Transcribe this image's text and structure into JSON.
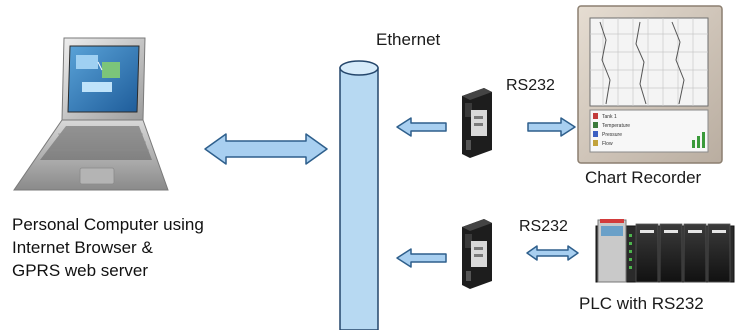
{
  "labels": {
    "ethernet": "Ethernet",
    "rs232_top": "RS232",
    "rs232_bottom": "RS232",
    "chart_recorder": "Chart Recorder",
    "plc": "PLC with RS232",
    "pc_caption": [
      "Personal Computer using",
      "Internet Browser &",
      "GPRS web server"
    ]
  },
  "recorder_legend": [
    "Tank 1",
    "Temperature",
    "Pressure",
    "Flow"
  ],
  "colors": {
    "arrow_fill": "#a8cff0",
    "arrow_stroke": "#2e5f8c",
    "pipe_fill": "#b7d9f2",
    "pipe_stroke": "#24466b"
  }
}
